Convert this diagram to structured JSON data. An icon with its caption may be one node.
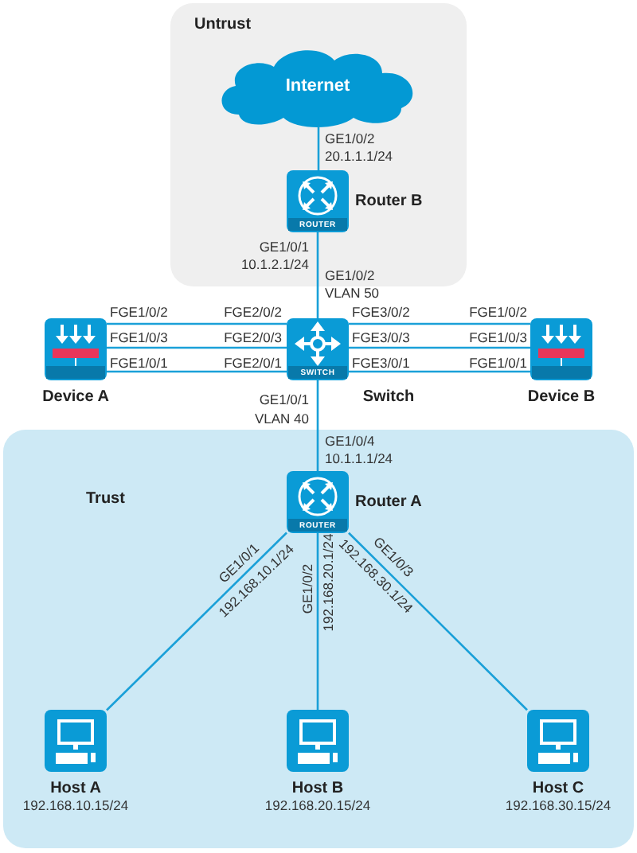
{
  "diagram": {
    "nodes": [
      {
        "text": [
          "Untrust"
        ]
      },
      {
        "text": [
          "Internet"
        ],
        "in": 0
      },
      {
        "text": [
          "Router B"
        ],
        "in": 0
      },
      {
        "text": [
          "Device A"
        ]
      },
      {
        "text": [
          "Switch"
        ]
      },
      {
        "text": [
          "Device B"
        ]
      },
      {
        "text": [
          "Trust"
        ]
      },
      {
        "text": [
          "Router A"
        ],
        "in": 6
      },
      {
        "text": [
          "Host A"
        ],
        "beside": [
          "192.168.10.15/24"
        ],
        "in": 6
      },
      {
        "text": [
          "Host B"
        ],
        "beside": [
          "192.168.20.15/24"
        ],
        "in": 6
      },
      {
        "text": [
          "Host C"
        ],
        "beside": [
          "192.168.30.15/24"
        ],
        "in": 6
      }
    ],
    "edges": [
      {
        "from": 1,
        "to": 2,
        "arrow": "none"
      },
      {
        "from": 2,
        "to": 4,
        "arrow": "none"
      },
      {
        "from": 3,
        "to": 4,
        "arrow": "none"
      },
      {
        "from": 3,
        "to": 4,
        "arrow": "none"
      },
      {
        "from": 3,
        "to": 4,
        "arrow": "none"
      },
      {
        "from": 4,
        "to": 5,
        "arrow": "none"
      },
      {
        "from": 4,
        "to": 5,
        "arrow": "none"
      },
      {
        "from": 4,
        "to": 5,
        "arrow": "none"
      },
      {
        "from": 4,
        "to": 7,
        "arrow": "none"
      },
      {
        "from": 7,
        "to": 8,
        "arrow": "none"
      },
      {
        "from": 7,
        "to": 9,
        "arrow": "none"
      },
      {
        "from": 7,
        "to": 10,
        "arrow": "none"
      }
    ],
    "labels": [
      "GE1/0/2",
      "20.1.1.1/24",
      "ROUTER",
      "GE1/0/1",
      "10.1.2.1/24",
      "GE1/0/2",
      "VLAN 50",
      "FGE1/0/2",
      "FGE2/0/2",
      "FGE3/0/2",
      "FGE1/0/2",
      "FGE1/0/3",
      "FGE2/0/3",
      "FGE3/0/3",
      "FGE1/0/3",
      "FGE1/0/1",
      "FGE2/0/1",
      "FGE3/0/1",
      "FGE1/0/1",
      "SWITCH",
      "GE1/0/1",
      "VLAN 40",
      "GE1/0/4",
      "10.1.1.1/24",
      "ROUTER",
      "GE1/0/1",
      "192.168.10.1/24",
      "GE1/0/2",
      "192.168.20.1/24",
      "GE1/0/3",
      "192.168.30.1/24"
    ]
  }
}
